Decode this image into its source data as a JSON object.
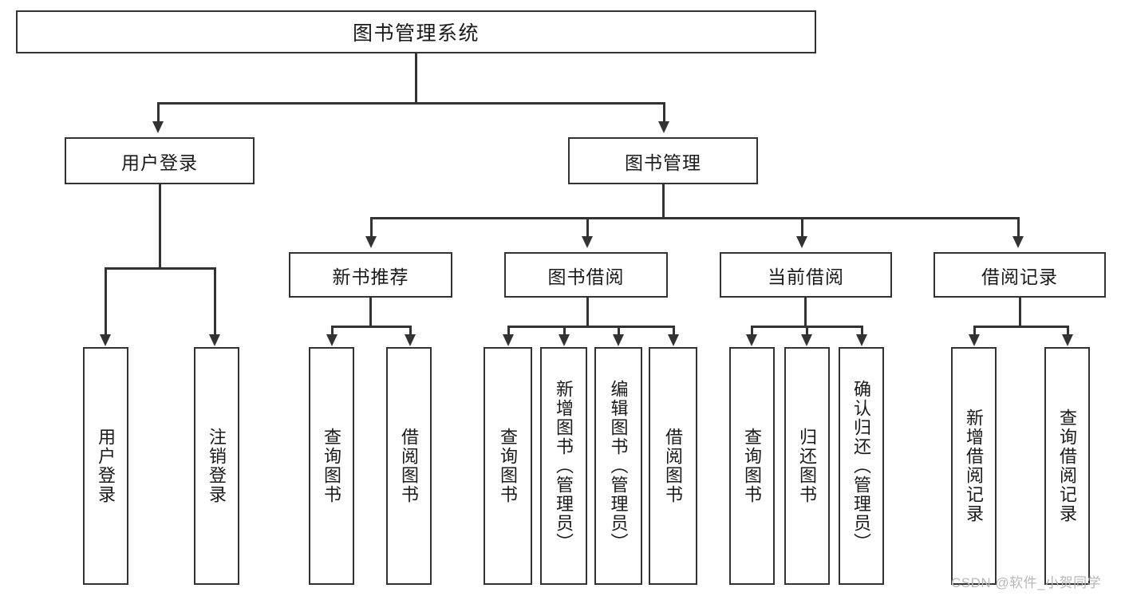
{
  "diagram": {
    "type": "tree-hierarchy-chart",
    "root": {
      "label": "图书管理系统"
    },
    "level2": [
      {
        "label": "用户登录"
      },
      {
        "label": "图书管理"
      }
    ],
    "level3": [
      {
        "label": "新书推荐"
      },
      {
        "label": "图书借阅"
      },
      {
        "label": "当前借阅"
      },
      {
        "label": "借阅记录"
      }
    ],
    "leaves": {
      "user_login": [
        {
          "label": "用户登录"
        },
        {
          "label": "注销登录"
        }
      ],
      "new_book_recommend": [
        {
          "label": "查询图书"
        },
        {
          "label": "借阅图书"
        }
      ],
      "book_borrow": [
        {
          "label": "查询图书"
        },
        {
          "label": "新增图书（管理员）"
        },
        {
          "label": "编辑图书（管理员）"
        },
        {
          "label": "借阅图书"
        }
      ],
      "current_borrow": [
        {
          "label": "查询图书"
        },
        {
          "label": "归还图书"
        },
        {
          "label": "确认归还（管理员）"
        }
      ],
      "borrow_record": [
        {
          "label": "新增借阅记录"
        },
        {
          "label": "查询借阅记录"
        }
      ]
    }
  },
  "watermark": {
    "text": "CSDN @软件_小贺同学"
  },
  "colors": {
    "stroke": "#333333",
    "background": "#ffffff",
    "text": "#1a1a1a",
    "watermark": "#b8b8b8"
  }
}
